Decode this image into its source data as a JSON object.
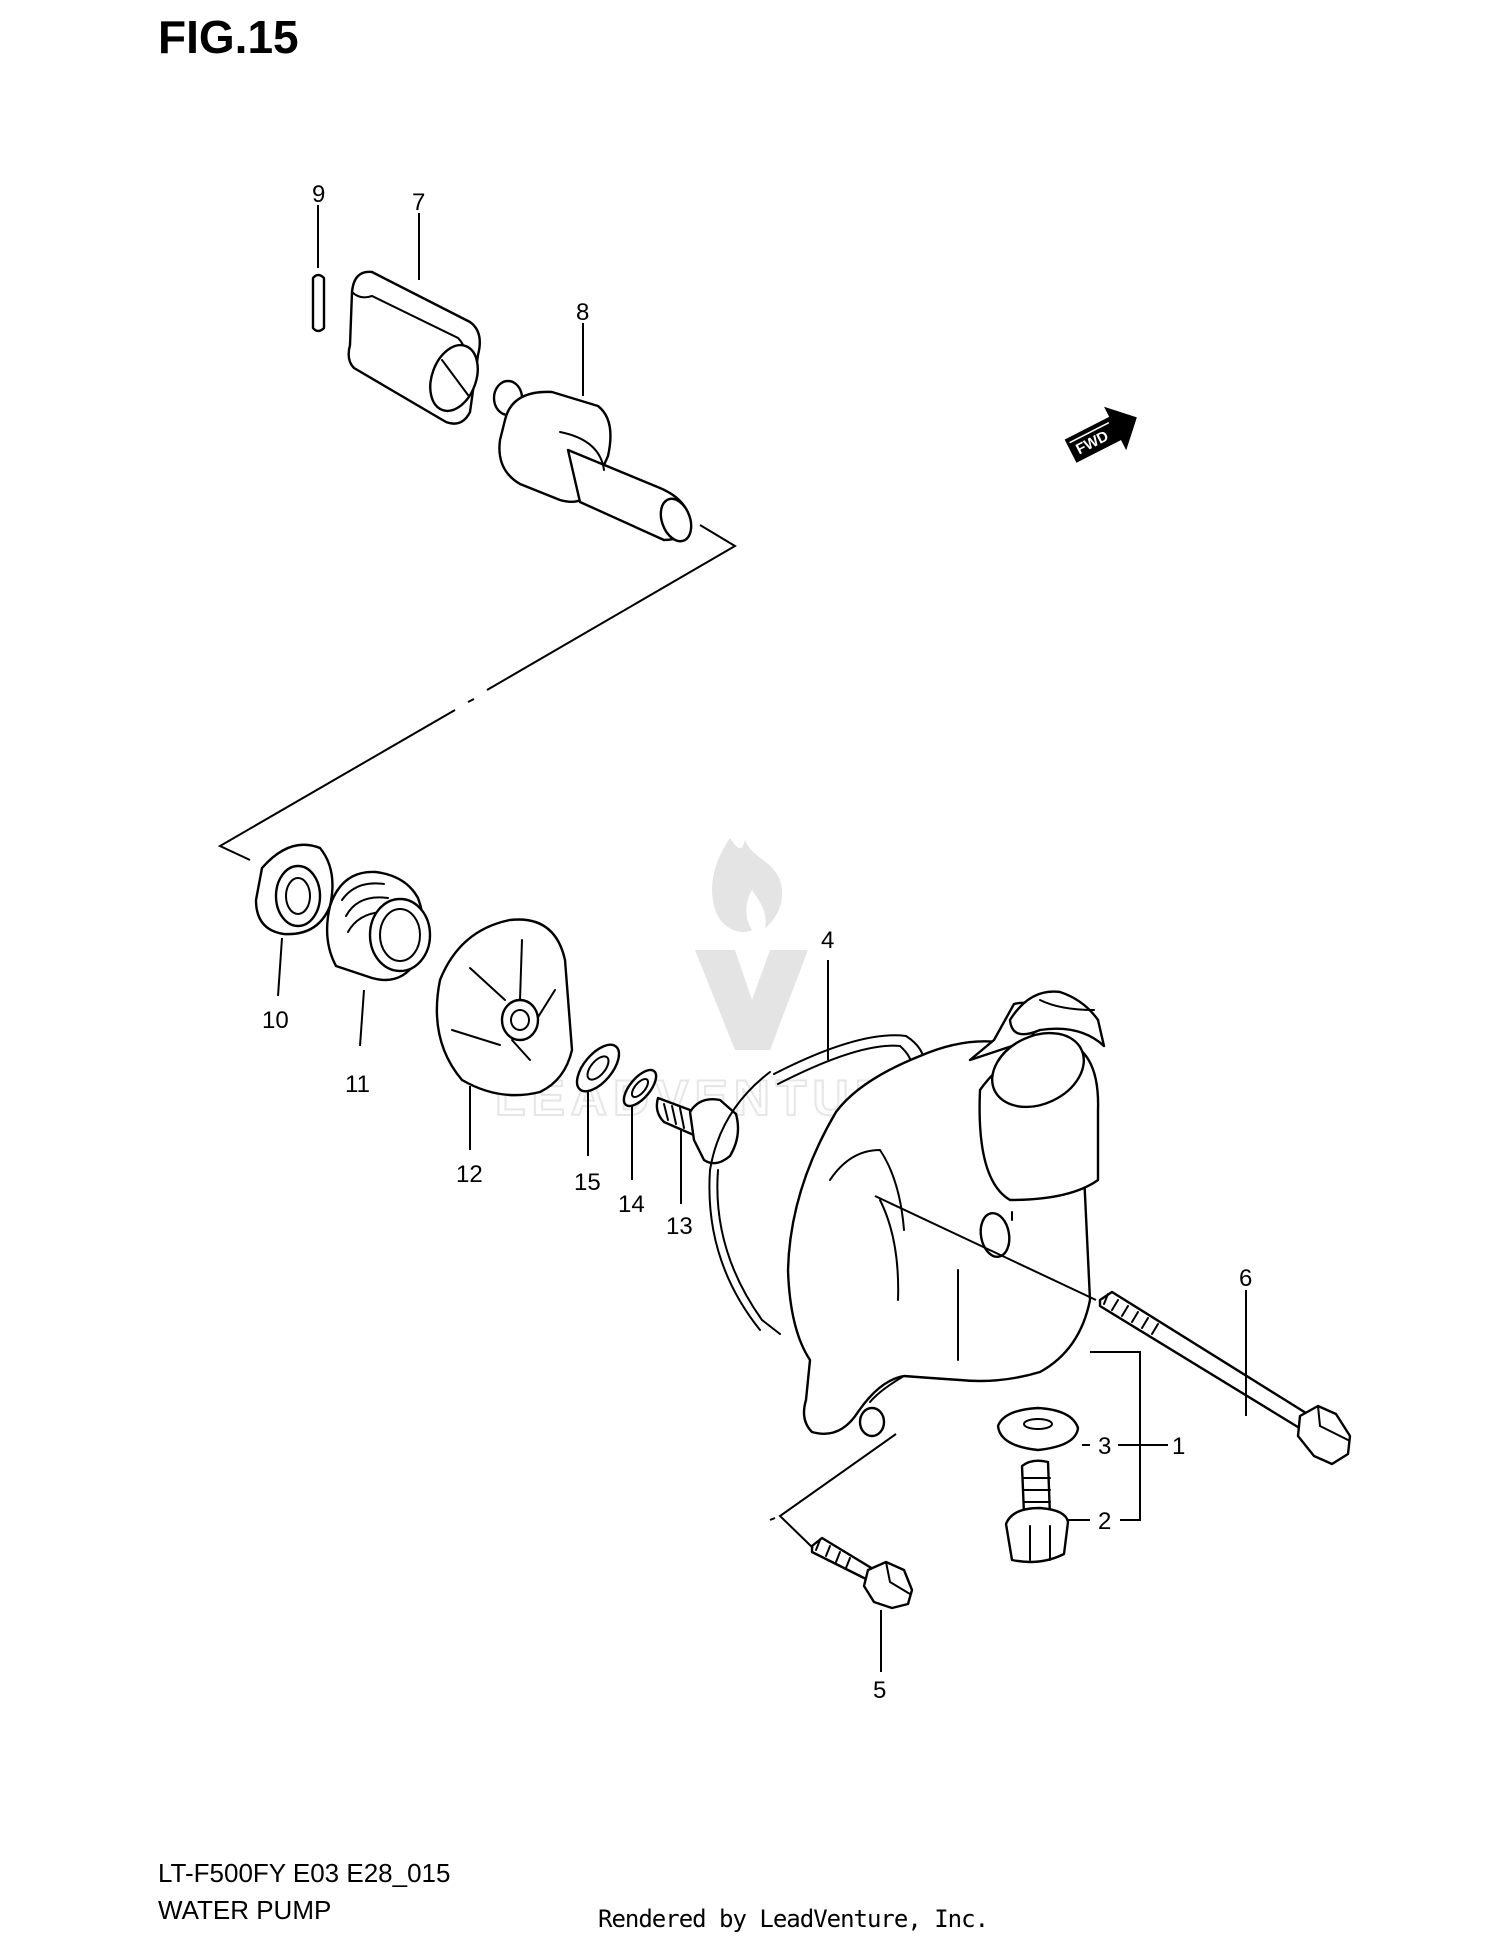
{
  "figure": {
    "title": "FIG.15"
  },
  "fwd_badge": {
    "text": "FWD"
  },
  "watermark": {
    "text": "LEADVENTURE"
  },
  "callouts": [
    {
      "number": "1",
      "part": "water-pump-assembly"
    },
    {
      "number": "2",
      "part": "drain-bolt"
    },
    {
      "number": "3",
      "part": "drain-gasket"
    },
    {
      "number": "4",
      "part": "pump-case-o-ring"
    },
    {
      "number": "5",
      "part": "pump-mounting-bolt"
    },
    {
      "number": "6",
      "part": "pump-cover-bolt-long"
    },
    {
      "number": "7",
      "part": "drive-coupling"
    },
    {
      "number": "8",
      "part": "impeller-shaft"
    },
    {
      "number": "9",
      "part": "pin"
    },
    {
      "number": "10",
      "part": "oil-seal"
    },
    {
      "number": "11",
      "part": "mechanical-seal"
    },
    {
      "number": "12",
      "part": "impeller"
    },
    {
      "number": "13",
      "part": "impeller-bolt"
    },
    {
      "number": "14",
      "part": "washer"
    },
    {
      "number": "15",
      "part": "seal-washer"
    }
  ],
  "footer": {
    "model": "LT-F500FY E03 E28_015",
    "section": "WATER PUMP",
    "rendered_by": "Rendered by LeadVenture, Inc."
  }
}
